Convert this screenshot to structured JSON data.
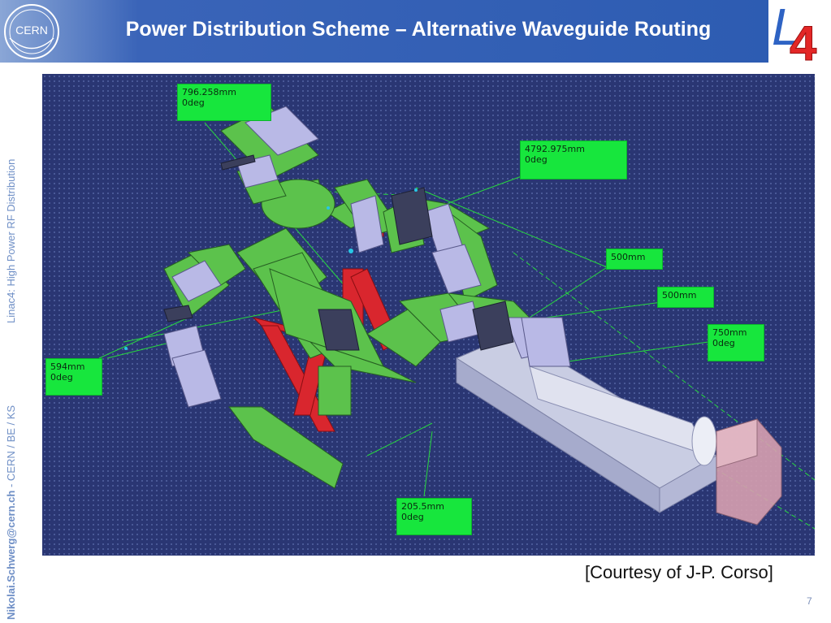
{
  "header": {
    "title": "Power Distribution Scheme – Alternative Waveguide Routing"
  },
  "cern_logo_text": "CERN",
  "linac4_logo": {
    "letter_l": "L",
    "digit": "4"
  },
  "sidebar": {
    "author": "Nikolai.Schwerg@cern.ch",
    "rest": " - CERN / BE / KS",
    "project": "Linac4: High Power RF Distribution"
  },
  "labels": [
    {
      "line1": "796.258mm",
      "line2": "0deg"
    },
    {
      "line1": "4792.975mm",
      "line2": "0deg"
    },
    {
      "line1": "500mm",
      "line2": ""
    },
    {
      "line1": "500mm",
      "line2": ""
    },
    {
      "line1": "750mm",
      "line2": "0deg"
    },
    {
      "line1": "594mm",
      "line2": "0deg"
    },
    {
      "line1": "205.5mm",
      "line2": "0deg"
    }
  ],
  "courtesy": "[Courtesy of J-P. Corso]",
  "page_number": "7",
  "colors": {
    "waveguide": "#5cc24c",
    "flange": "#b9b9e6",
    "support": "#d9262e",
    "klystron": "#cfd3e6",
    "dim_label": "#17e63d"
  }
}
